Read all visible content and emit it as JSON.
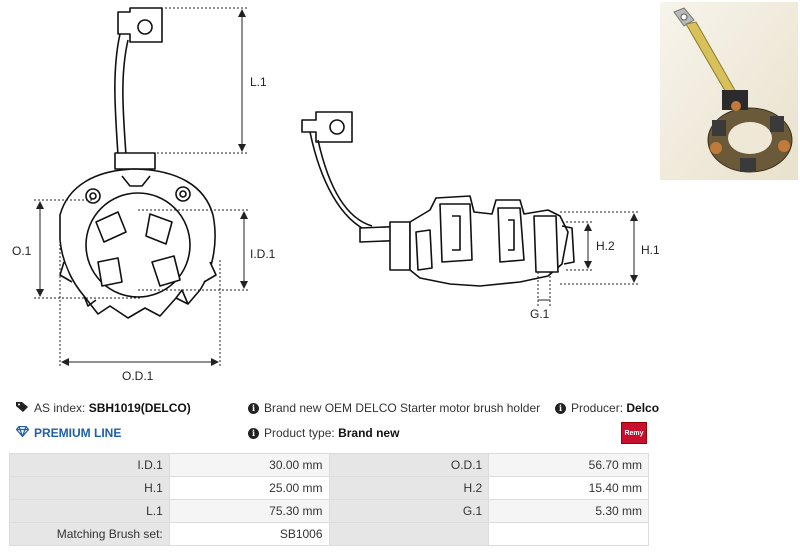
{
  "diagram": {
    "dimension_labels": {
      "l1": "L.1",
      "o1": "O.1",
      "id1": "I.D.1",
      "od1": "O.D.1",
      "h1": "H.1",
      "h2": "H.2",
      "g1": "G.1"
    }
  },
  "info": {
    "as_index_label": "AS index:",
    "as_index_value": "SBH1019(DELCO)",
    "premium_line": "PREMIUM LINE",
    "description": "Brand new OEM DELCO Starter motor brush holder",
    "product_type_label": "Product type:",
    "product_type_value": "Brand new",
    "producer_label": "Producer:",
    "producer_value": "Delco",
    "producer_logo": "Remy"
  },
  "specs": [
    [
      "I.D.1",
      "30.00 mm",
      "O.D.1",
      "56.70 mm"
    ],
    [
      "H.1",
      "25.00 mm",
      "H.2",
      "15.40 mm"
    ],
    [
      "L.1",
      "75.30 mm",
      "G.1",
      "5.30 mm"
    ],
    [
      "Matching Brush set:",
      "SB1006",
      "",
      ""
    ]
  ],
  "icons": {
    "tag": "tag-icon",
    "diamond": "diamond-icon",
    "info": "info-icon"
  },
  "colors": {
    "premium": "#1f5fa8",
    "label_bg": "#e6e6e6",
    "dimension_line": "#333333",
    "logo_red": "#c8102e"
  }
}
